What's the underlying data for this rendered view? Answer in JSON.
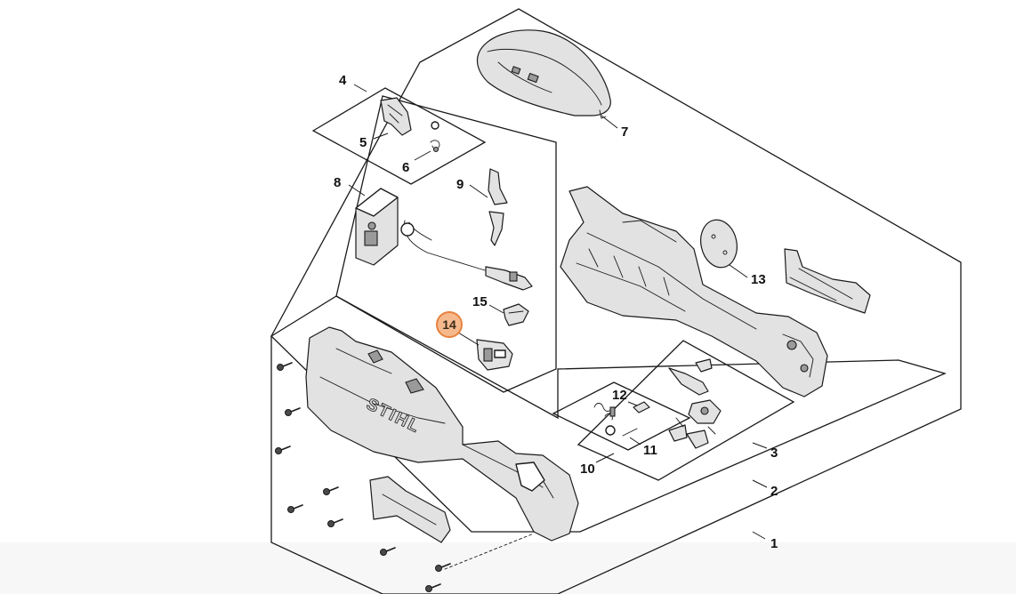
{
  "diagram": {
    "callouts": [
      {
        "id": "c1",
        "label": "1",
        "highlight": false
      },
      {
        "id": "c2",
        "label": "2",
        "highlight": false
      },
      {
        "id": "c3",
        "label": "3",
        "highlight": false
      },
      {
        "id": "c4",
        "label": "4",
        "highlight": false
      },
      {
        "id": "c5",
        "label": "5",
        "highlight": false
      },
      {
        "id": "c6",
        "label": "6",
        "highlight": false
      },
      {
        "id": "c7",
        "label": "7",
        "highlight": false
      },
      {
        "id": "c8",
        "label": "8",
        "highlight": false
      },
      {
        "id": "c9",
        "label": "9",
        "highlight": false
      },
      {
        "id": "c10",
        "label": "10",
        "highlight": false
      },
      {
        "id": "c11",
        "label": "11",
        "highlight": false
      },
      {
        "id": "c12",
        "label": "12",
        "highlight": false
      },
      {
        "id": "c13",
        "label": "13",
        "highlight": false
      },
      {
        "id": "c14",
        "label": "14",
        "highlight": true
      },
      {
        "id": "c15",
        "label": "15",
        "highlight": false
      }
    ],
    "brand_mark": "STIHL",
    "colors": {
      "line": "#1a1a1a",
      "highlight_fill": "#f6b98e",
      "highlight_stroke": "#e8823e",
      "part_shade": "#e2e2e2"
    }
  }
}
